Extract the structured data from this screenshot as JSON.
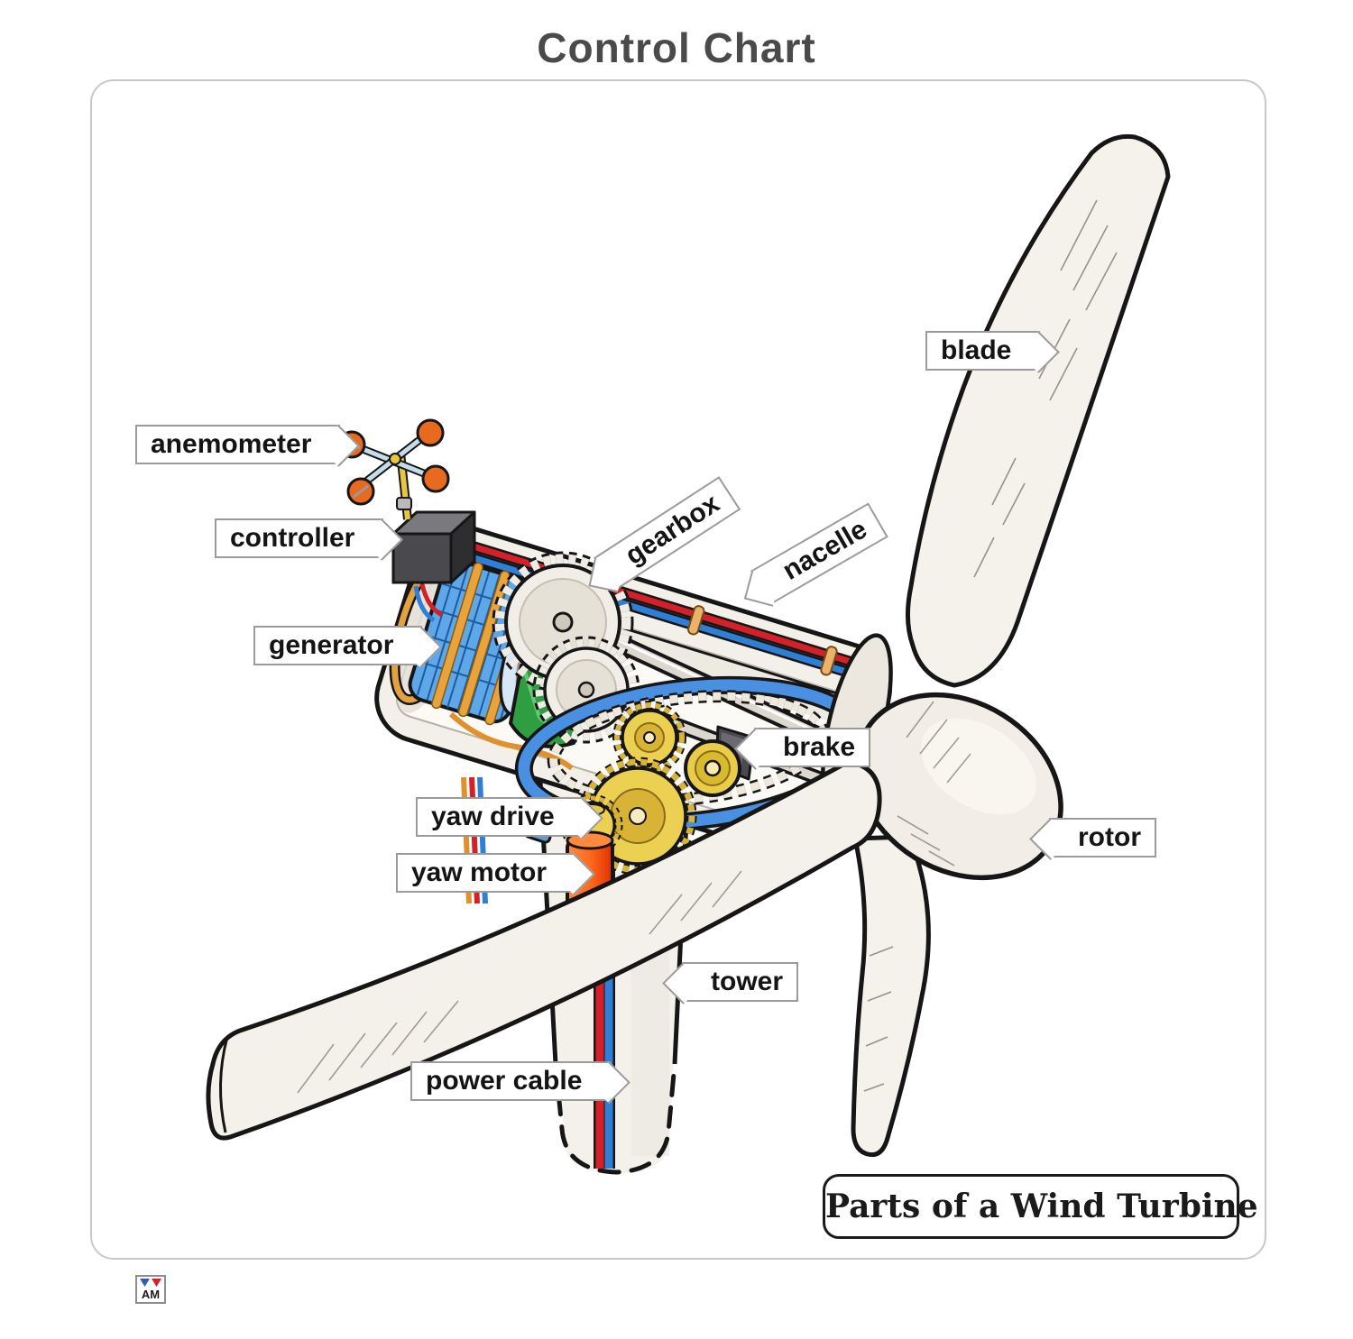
{
  "page": {
    "title": "Control Chart"
  },
  "diagram": {
    "caption": "Parts of a Wind Turbine",
    "labels": {
      "blade": "blade",
      "anemometer": "anemometer",
      "controller": "controller",
      "gearbox": "gearbox",
      "nacelle": "nacelle",
      "generator": "generator",
      "brake": "brake",
      "rotor": "rotor",
      "yaw_drive": "yaw drive",
      "yaw_motor": "yaw motor",
      "tower": "tower",
      "power_cable": "power cable"
    },
    "logo": {
      "text": "AM"
    },
    "colors": {
      "cable_red": "#d42028",
      "cable_blue": "#2f7fd6",
      "generator_blue": "#5ea7e8",
      "gear_gold": "#ecd052",
      "yaw_motor_orange": "#ff6a1f",
      "brake_yellow": "#e9cd4a",
      "fan_green": "#2f9e43",
      "anemometer_orange": "#e86a1e",
      "outline": "#161616",
      "frame_border": "#c9c9c9",
      "title_gray": "#4a4a4a"
    }
  }
}
